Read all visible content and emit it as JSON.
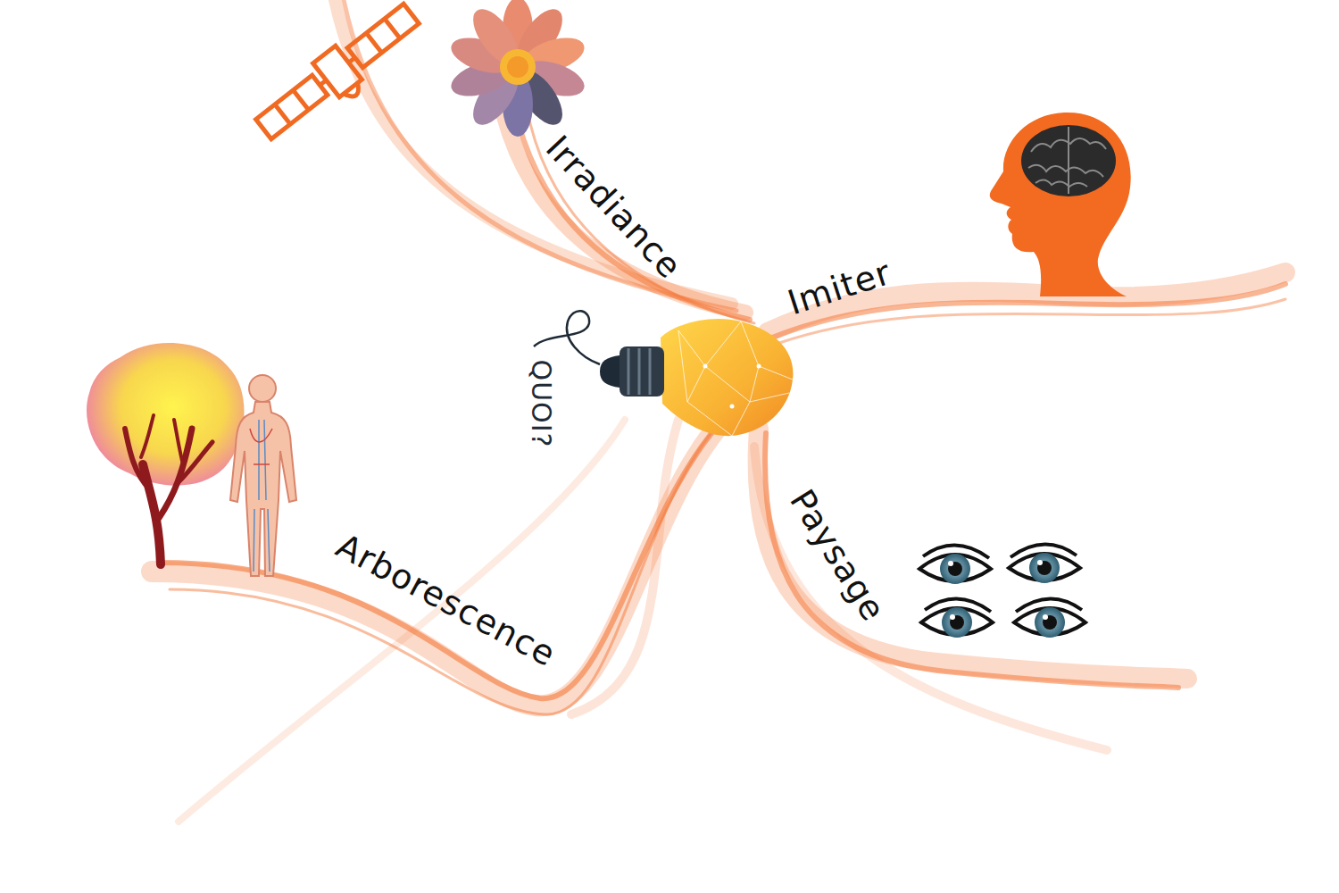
{
  "diagram": {
    "labels": [
      "Irradiance",
      "Imiter",
      "QUOI?",
      "Arborescence",
      "Paysage"
    ]
  }
}
